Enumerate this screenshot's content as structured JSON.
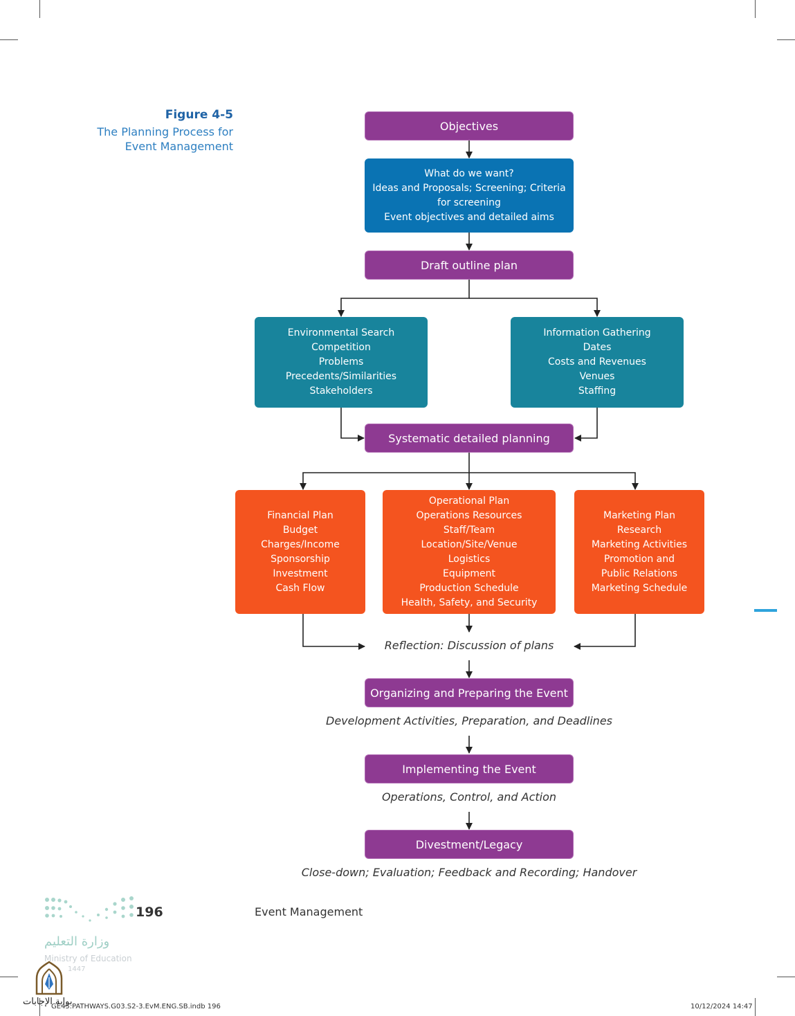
{
  "figure": {
    "label": "Figure 4-5",
    "title_lines": [
      "The Planning Process for",
      "Event Management"
    ]
  },
  "nodes": {
    "objectives": "Objectives",
    "what_we_want": [
      "What do we want?",
      "Ideas and Proposals; Screening; Criteria",
      "for screening",
      "Event objectives and detailed aims"
    ],
    "draft_outline": "Draft outline plan",
    "environmental_search": [
      "Environmental Search",
      "Competition",
      "Problems",
      "Precedents/Similarities",
      "Stakeholders"
    ],
    "information_gathering": [
      "Information Gathering",
      "Dates",
      "Costs and Revenues",
      "Venues",
      "Staffing"
    ],
    "systematic_planning": "Systematic detailed planning",
    "financial_plan": [
      "Financial Plan",
      "Budget",
      "Charges/Income",
      "Sponsorship",
      "Investment",
      "Cash Flow"
    ],
    "operational_plan": [
      "Operational Plan",
      "Operations Resources",
      "Staff/Team",
      "Location/Site/Venue",
      "Logistics",
      "Equipment",
      "Production Schedule",
      "Health, Safety, and Security"
    ],
    "marketing_plan": [
      "Marketing Plan",
      "Research",
      "Marketing Activities",
      "Promotion and",
      "Public Relations",
      "Marketing Schedule"
    ],
    "reflection": "Reflection: Discussion of plans",
    "organizing": "Organizing and Preparing the Event",
    "organizing_note": "Development Activities, Preparation, and Deadlines",
    "implementing": "Implementing the Event",
    "implementing_note": "Operations, Control, and Action",
    "divestment": "Divestment/Legacy",
    "divestment_note": "Close-down; Evaluation; Feedback and Recording; Handover"
  },
  "footer": {
    "page_number": "196",
    "running_title": "Event Management",
    "ministry_arabic": "وزارة التعليم",
    "ministry_english": "Ministry of Education",
    "year": "1447",
    "site_label": "بوابة الإجابات",
    "file_slug": "GE45.PATHWAYS.G03.S2-3.EvM.ENG.SB.indb   196",
    "date_slug": "10/12/2024   14:47"
  },
  "colors": {
    "purple": "#8e3a92",
    "blue": "#0a73b3",
    "teal": "#18849c",
    "orange": "#f4541f",
    "caption": "#1f63a6"
  }
}
